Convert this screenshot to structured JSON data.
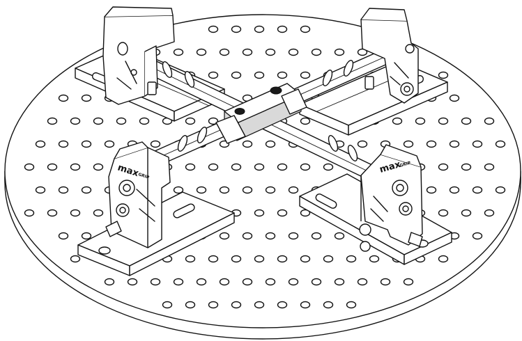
{
  "drawing": {
    "logo_text": "max",
    "logo_subtext": "GRIP",
    "colors": {
      "line": "#111111",
      "background": "#ffffff",
      "shade": "#d9d9d9"
    },
    "hole_grid": {
      "rows": 13,
      "cols": 21
    },
    "vise_count": 4
  }
}
